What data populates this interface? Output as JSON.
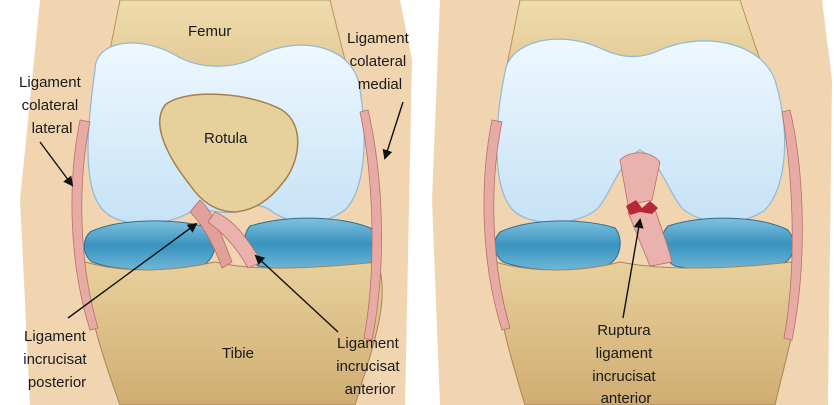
{
  "panels": {
    "left": {
      "labels": {
        "femur": "Femur",
        "rotula": "Rotula",
        "tibie": "Tibie",
        "lig_col_lateral": [
          "Ligament",
          "colateral",
          "lateral"
        ],
        "lig_col_medial": [
          "Ligament",
          "colateral",
          "medial"
        ],
        "lig_inc_posterior": [
          "Ligament",
          "incrucisat",
          "posterior"
        ],
        "lig_inc_anterior": [
          "Ligament",
          "incrucisat",
          "anterior"
        ]
      }
    },
    "right": {
      "labels": {
        "ruptura": [
          "Ruptura",
          "ligament",
          "incrucisat",
          "anterior"
        ]
      }
    }
  },
  "colors": {
    "bone": "#e7d3a4",
    "bone_shadow": "#c8a86e",
    "cartilage": "#dcefff",
    "meniscus": "#3f9bc3",
    "meniscus_light": "#8cc8e4",
    "ligament": "#e6a7a2",
    "tear": "#b4283a",
    "skin": "#f3d7b5"
  }
}
